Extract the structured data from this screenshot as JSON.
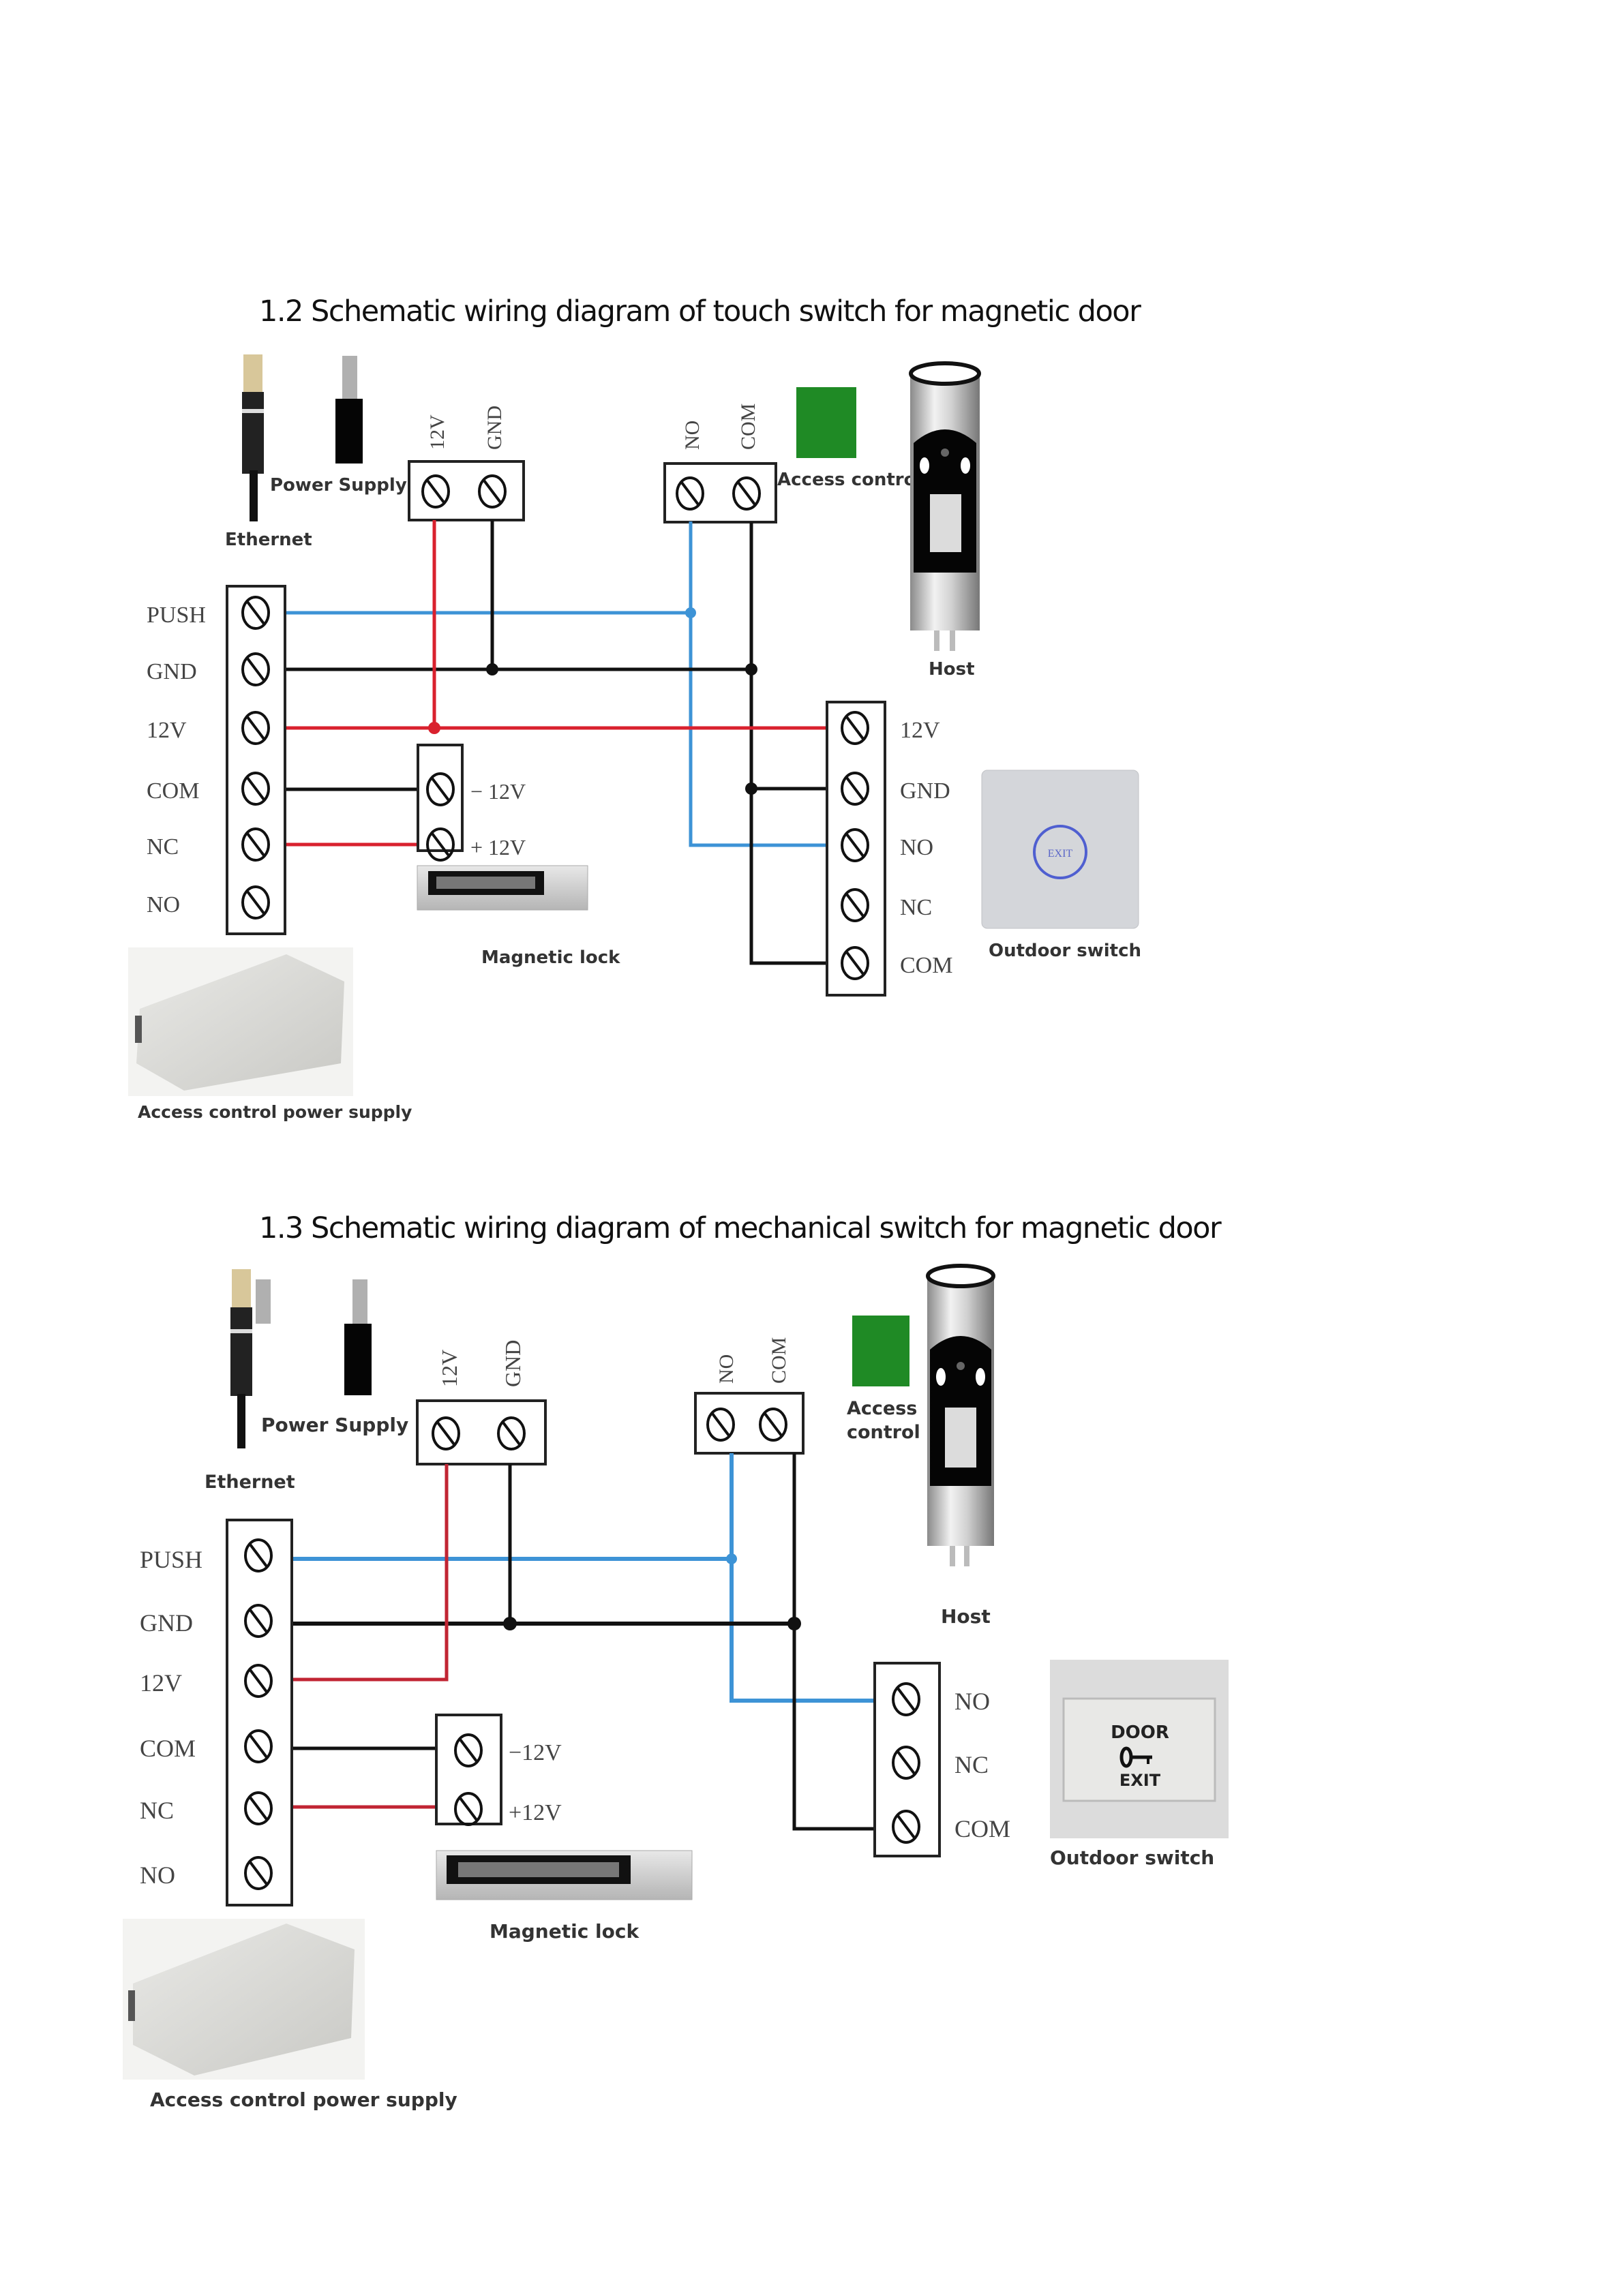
{
  "colors": {
    "wire_red": "#d9212e",
    "wire_blue": "#3d93d6",
    "wire_black": "#111111",
    "access_control_green": "#1f8a25"
  },
  "sections": [
    {
      "heading": "1.2 Schematic wiring diagram of touch switch for magnetic door",
      "labels": {
        "ethernet": "Ethernet",
        "power_supply": "Power Supply",
        "access_control": "Access control",
        "host": "Host",
        "magnetic_lock": "Magnetic lock",
        "access_control_power_supply": "Access control power supply",
        "outdoor_switch": "Outdoor switch",
        "exit_button_text": "EXIT"
      },
      "power_terminal": [
        "12V",
        "GND"
      ],
      "host_terminal": [
        "NO",
        "COM"
      ],
      "main_terminal": [
        "PUSH",
        "GND",
        "12V",
        "COM",
        "NC",
        "NO"
      ],
      "lock_terminal": [
        "− 12V",
        "+ 12V"
      ],
      "switch_terminal": [
        "12V",
        "GND",
        "NO",
        "NC",
        "COM"
      ]
    },
    {
      "heading": "1.3 Schematic wiring diagram of mechanical switch for magnetic door",
      "labels": {
        "ethernet": "Ethernet",
        "power_supply": "Power Supply",
        "access_control_line1": "Access",
        "access_control_line2": "control",
        "host": "Host",
        "magnetic_lock": "Magnetic lock",
        "access_control_power_supply": "Access control power supply",
        "outdoor_switch": "Outdoor switch",
        "door_text": "DOOR",
        "exit_text": "EXIT"
      },
      "power_terminal": [
        "12V",
        "GND"
      ],
      "host_terminal": [
        "NO",
        "COM"
      ],
      "main_terminal": [
        "PUSH",
        "GND",
        "12V",
        "COM",
        "NC",
        "NO"
      ],
      "lock_terminal": [
        "−12V",
        "+12V"
      ],
      "switch_terminal": [
        "NO",
        "NC",
        "COM"
      ]
    }
  ]
}
